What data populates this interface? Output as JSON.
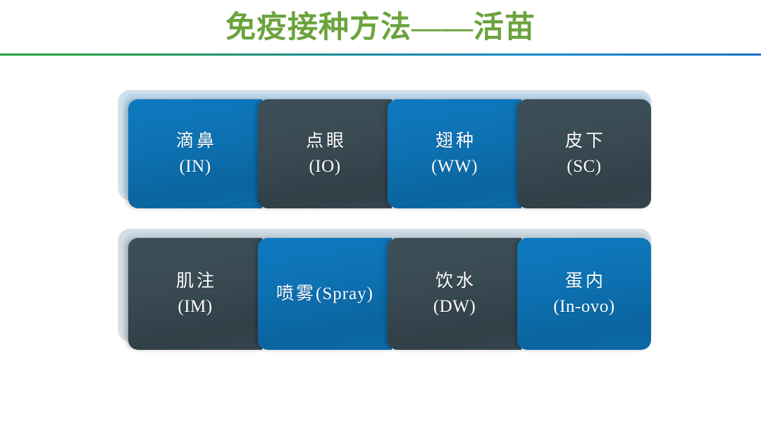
{
  "slide": {
    "title": "免疫接种方法——活苗",
    "title_color": "#6ba33c",
    "background": "#ffffff",
    "rule_gradient_from": "#22a83b",
    "rule_gradient_to": "#1372c9"
  },
  "palette": {
    "blue": "#0d72b4",
    "dark": "#394a53",
    "plate_blue": "#bcd6e8",
    "plate_grey": "#c9d5de",
    "text": "#ffffff"
  },
  "rows": [
    {
      "name": "row-1",
      "cells": [
        {
          "cn": "滴鼻",
          "en": "(IN)",
          "style": "blue"
        },
        {
          "cn": "点眼",
          "en": "(IO)",
          "style": "dark"
        },
        {
          "cn": "翅种",
          "en": "(WW)",
          "style": "blue"
        },
        {
          "cn": "皮下",
          "en": "(SC)",
          "style": "dark"
        }
      ]
    },
    {
      "name": "row-2",
      "cells": [
        {
          "cn": "肌注",
          "en": "(IM)",
          "style": "dark"
        },
        {
          "cn": "喷雾",
          "en": "(Spray)",
          "style": "blue",
          "layout": "single"
        },
        {
          "cn": "饮水",
          "en": "(DW)",
          "style": "dark"
        },
        {
          "cn": "蛋内",
          "en": "(In-ovo)",
          "style": "blue"
        }
      ]
    }
  ]
}
